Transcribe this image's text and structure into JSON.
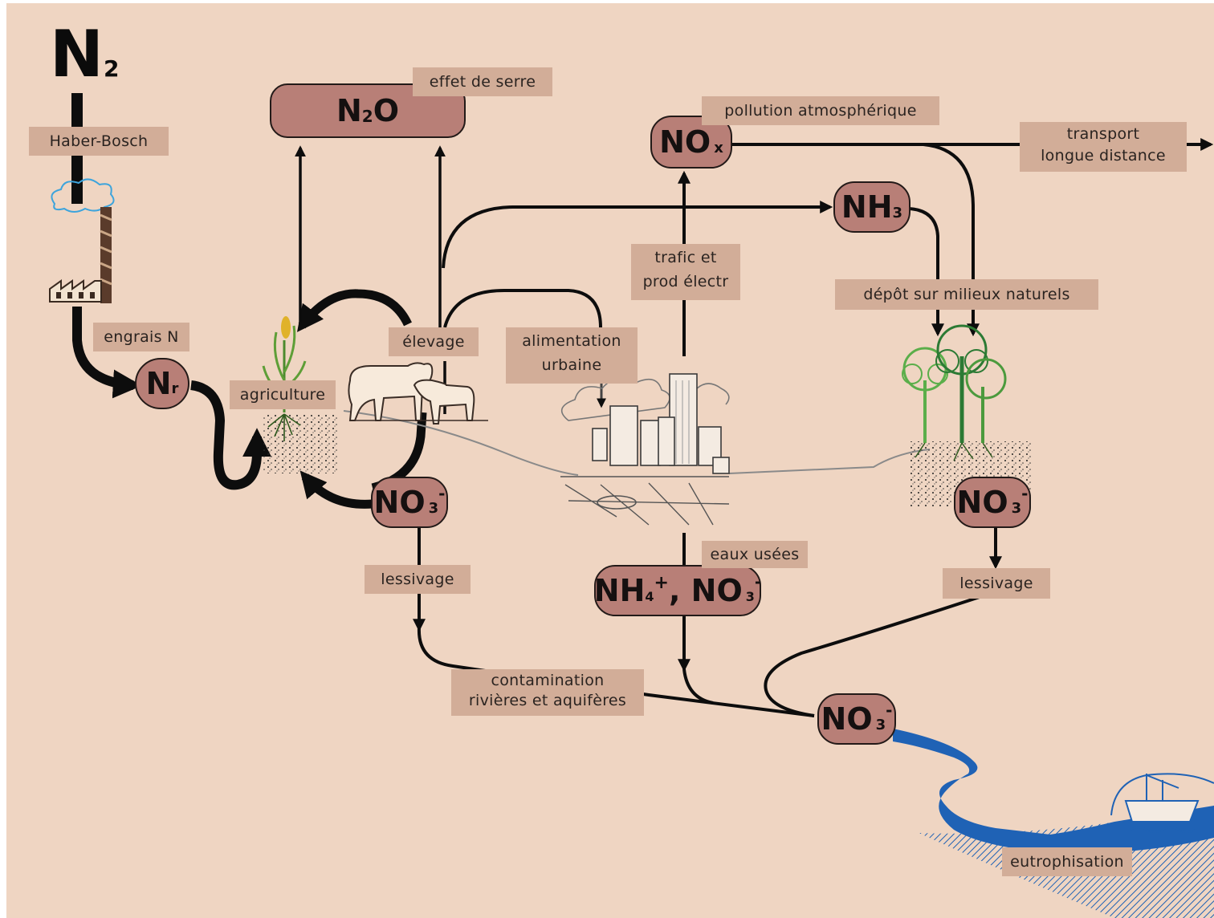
{
  "title": {
    "main": "N",
    "sub": "2"
  },
  "nodes": {
    "n2o": {
      "main": "N",
      "sub": "2",
      "tail": "O"
    },
    "nox": {
      "main": "NO",
      "sub": "x"
    },
    "nh3": {
      "main": "NH",
      "sub": "3"
    },
    "nr": {
      "main": "N",
      "sub": "r"
    },
    "no3_agri": {
      "main": "NO",
      "sub": "3",
      "sup": "-"
    },
    "nh4_no3": {
      "a": "NH",
      "a_sub": "4",
      "a_sup": "+",
      "sep": ", ",
      "b": "NO",
      "b_sub": "3",
      "b_sup": "-"
    },
    "no3_forest": {
      "main": "NO",
      "sub": "3",
      "sup": "-"
    },
    "no3_river": {
      "main": "NO",
      "sub": "3",
      "sup": "-"
    }
  },
  "labels": {
    "haber_bosch": "Haber-Bosch",
    "effet_de_serre": "effet de serre",
    "pollution": "pollution atmosphérique",
    "transport_1": "transport",
    "transport_2": "longue distance",
    "trafic_1": "trafic et",
    "trafic_2": "prod électr",
    "depot": "dépôt sur milieux naturels",
    "engrais": "engrais N",
    "elevage": "élevage",
    "alimentation_1": "alimentation",
    "alimentation_2": "urbaine",
    "agriculture": "agriculture",
    "lessivage_left": "lessivage",
    "eaux_usees": "eaux usées",
    "lessivage_right": "lessivage",
    "contamination_1": "contamination",
    "contamination_2": "rivières et aquifères",
    "eutrophisation": "eutrophisation"
  },
  "icons": [
    "factory-icon",
    "plant-icon",
    "cattle-icon",
    "city-icon",
    "forest-icon",
    "ship-icon",
    "river-icon"
  ],
  "colors": {
    "background": "#efd5c2",
    "label_box": "#d2ad98",
    "node": "#b87f77",
    "river": "#1f62b5"
  }
}
